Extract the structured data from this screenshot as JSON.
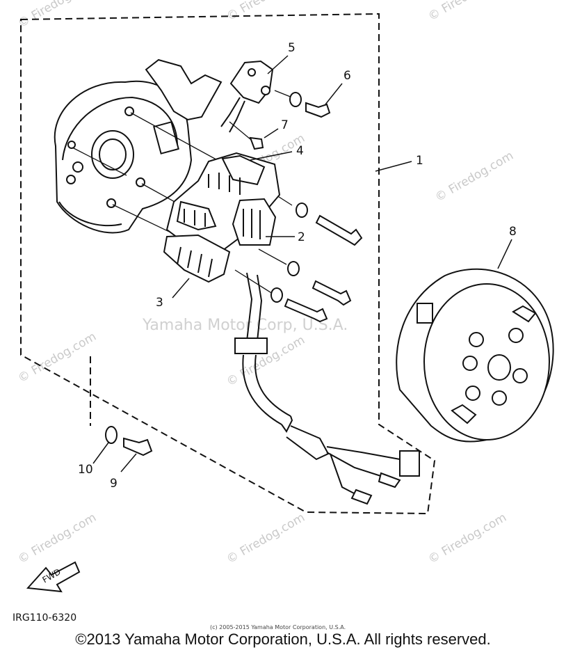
{
  "callouts": {
    "n1": "1",
    "n2": "2",
    "n3": "3",
    "n4": "4",
    "n5": "5",
    "n6": "6",
    "n7": "7",
    "n8": "8",
    "n9": "9",
    "n10": "10"
  },
  "watermark_brand": "Yamaha Motor Corp, U.S.A.",
  "watermark_site": "© Firedog.com",
  "fwd_label": "FWD",
  "diagram_code": "IRG110-6320",
  "small_copyright": "(c) 2005-2015 Yamaha Motor Corporation, U.S.A.",
  "footer_copyright": "©2013 Yamaha Motor Corporation, U.S.A. All rights reserved."
}
